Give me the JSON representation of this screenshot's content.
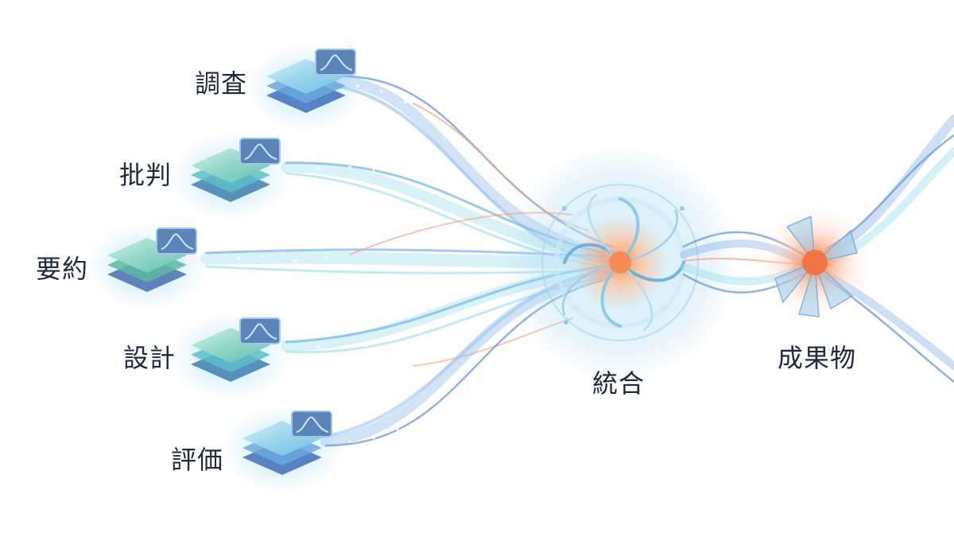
{
  "inputs": [
    {
      "label": "調査"
    },
    {
      "label": "批判"
    },
    {
      "label": "要約"
    },
    {
      "label": "設計"
    },
    {
      "label": "評価"
    }
  ],
  "hub": {
    "label": "統合"
  },
  "output": {
    "label": "成果物"
  },
  "colors": {
    "stream_blue": "#7fb0e6",
    "stream_cyan": "#8fdbe8",
    "stream_orange": "#f2a27a",
    "hub_core": "#f4894f",
    "tile_top": "#9fd6f0",
    "tile_mid": "#69b8d8",
    "tile_base": "#4f7fc0",
    "text": "#1f2a3d"
  }
}
